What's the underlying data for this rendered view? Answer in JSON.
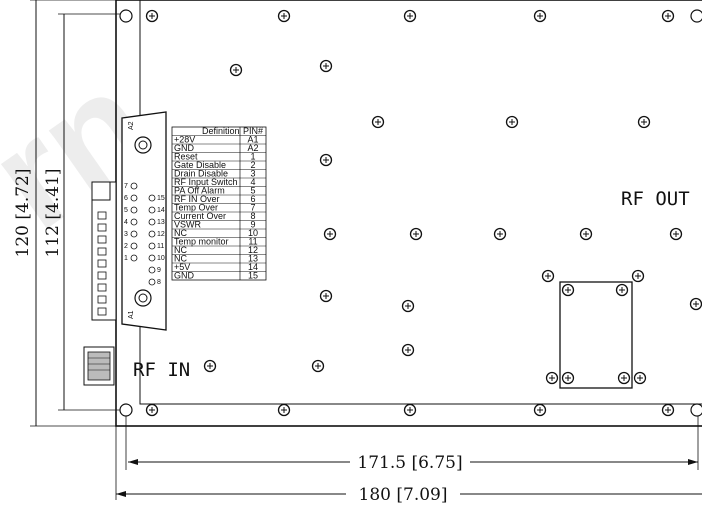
{
  "dimensions": {
    "height_outer": "120 [4.72]",
    "height_inner": "112 [4.41]",
    "width_inner": "171.5 [6.75]",
    "width_outer": "180 [7.09]"
  },
  "labels": {
    "rf_out": "RF OUT",
    "rf_in": "RF IN"
  },
  "connector": {
    "top_label": "A2",
    "bottom_label": "A1",
    "row1_pins": [
      "1",
      "2",
      "3",
      "4",
      "5",
      "6",
      "7"
    ],
    "row2_pins": [
      "8",
      "9",
      "10",
      "11",
      "12",
      "13",
      "14",
      "15"
    ]
  },
  "pin_table": {
    "headers": [
      "Definition",
      "PIN#"
    ],
    "rows": [
      [
        "+28V",
        "A1"
      ],
      [
        "GND",
        "A2"
      ],
      [
        "Reset",
        "1"
      ],
      [
        "Gate Disable",
        "2"
      ],
      [
        "Drain Disable",
        "3"
      ],
      [
        "RF Input Switch",
        "4"
      ],
      [
        "PA Off Alarm",
        "5"
      ],
      [
        "RF IN Over",
        "6"
      ],
      [
        "Temp Over",
        "7"
      ],
      [
        "Current Over",
        "8"
      ],
      [
        "VSWR",
        "9"
      ],
      [
        "NC",
        "10"
      ],
      [
        "Temp monitor",
        "11"
      ],
      [
        "NC",
        "12"
      ],
      [
        "NC",
        "13"
      ],
      [
        "+5V",
        "14"
      ],
      [
        "GND",
        "15"
      ]
    ]
  },
  "watermark": "rn",
  "icons": {
    "screw": "screw-icon",
    "mount_hole": "mounting-hole-icon"
  }
}
